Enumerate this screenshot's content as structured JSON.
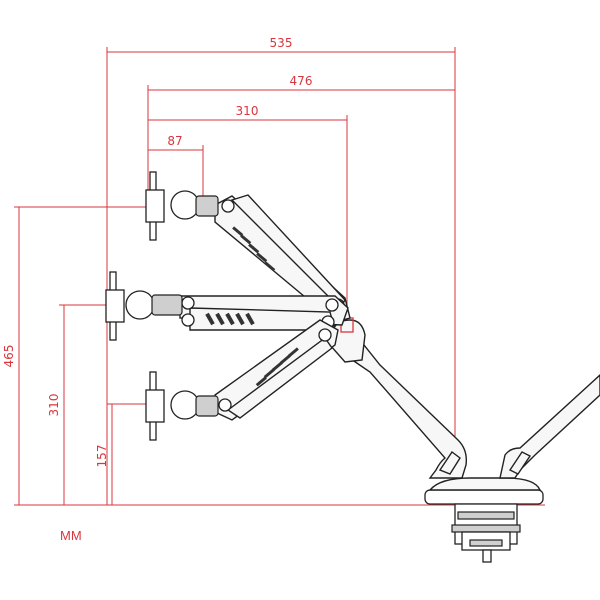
{
  "diagram": {
    "unit_label": "MM",
    "dimensions": {
      "width_max": "535",
      "width_mid": "476",
      "width_low": "310",
      "width_min": "87",
      "height_max": "465",
      "height_mid": "310",
      "height_min": "157"
    },
    "colors": {
      "dimension": "#d9363e",
      "outline": "#222222"
    }
  }
}
